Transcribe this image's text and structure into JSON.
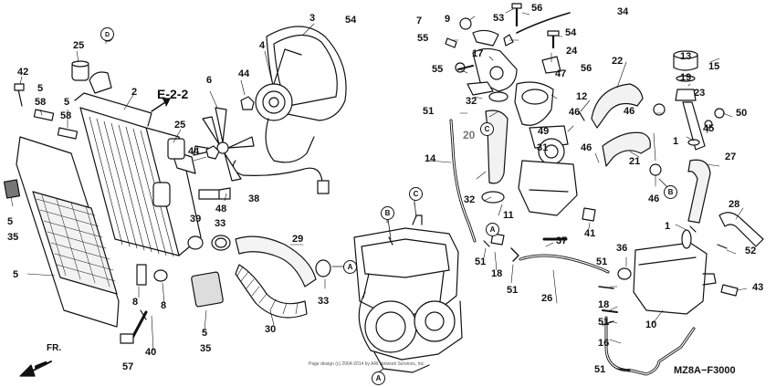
{
  "diagram": {
    "section_ref": "E-2-2",
    "drawing_code": "MZ8A−F3000",
    "copyright": "Page design (c) 2004-2014 by ARI Network Services, Inc.",
    "front_label": "FR.",
    "callouts": {
      "c_a": "A",
      "c_b": "B",
      "c_c": "C"
    },
    "part_numbers": [
      "1",
      "2",
      "3",
      "4",
      "5",
      "6",
      "7",
      "8",
      "9",
      "10",
      "11",
      "12",
      "13",
      "14",
      "15",
      "16",
      "17",
      "18",
      "19",
      "20",
      "21",
      "22",
      "23",
      "24",
      "25",
      "26",
      "27",
      "28",
      "29",
      "30",
      "31",
      "32",
      "33",
      "34",
      "35",
      "36",
      "37",
      "38",
      "39",
      "40",
      "41",
      "42",
      "43",
      "44",
      "45",
      "46",
      "47",
      "48",
      "49",
      "50",
      "51",
      "52",
      "53",
      "54",
      "55",
      "56",
      "57",
      "58"
    ]
  }
}
